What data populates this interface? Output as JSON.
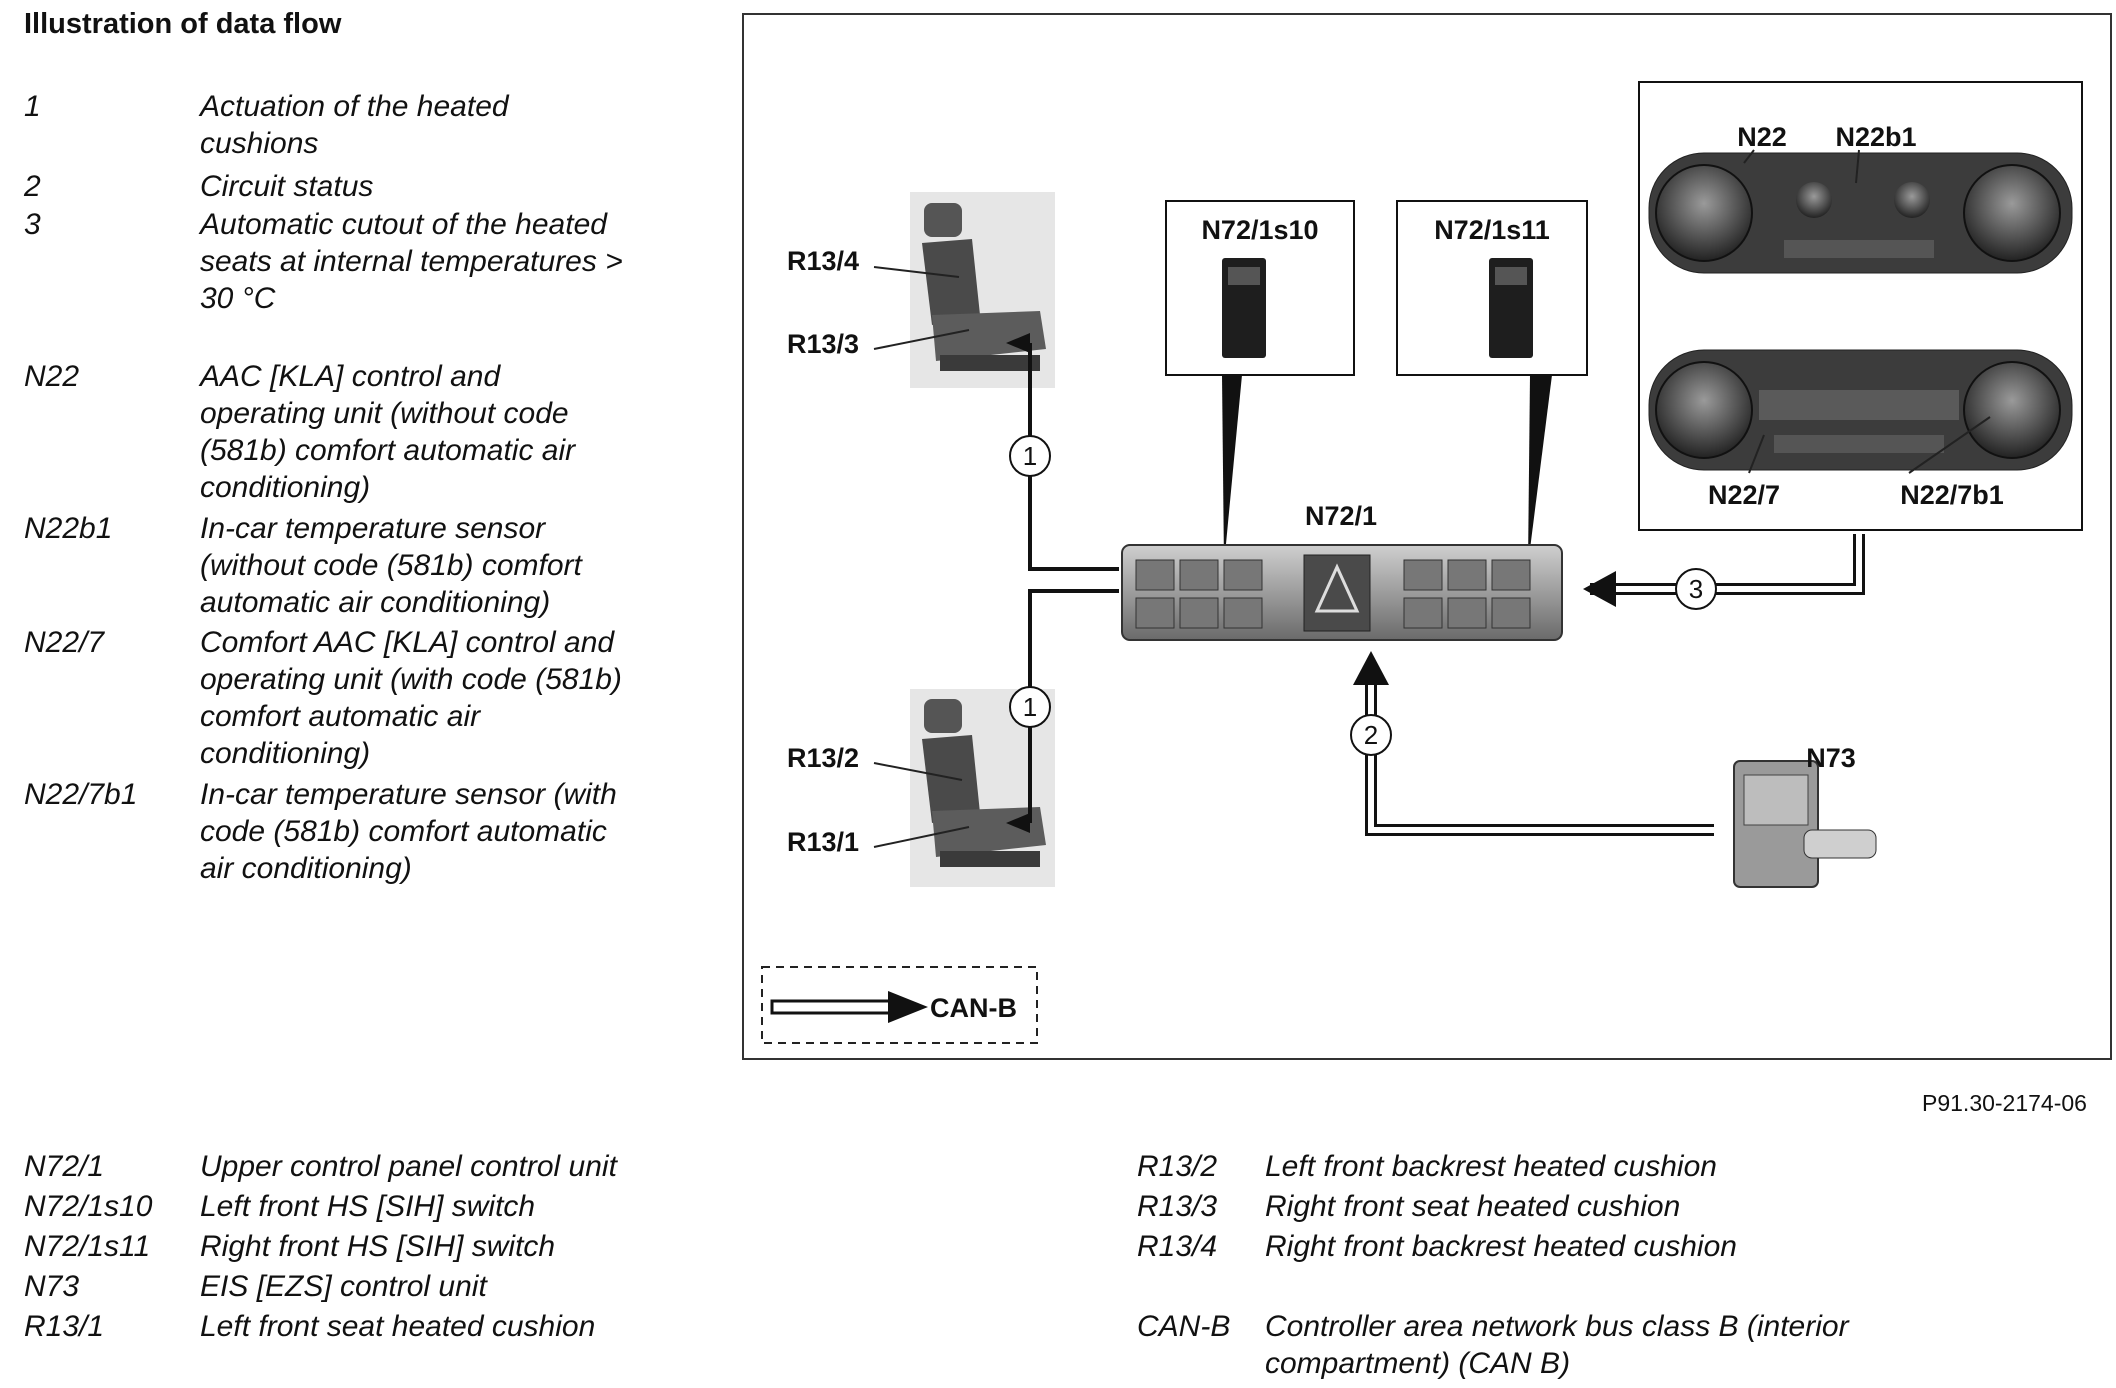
{
  "title": "Illustration of data flow",
  "figure_id": "P91.30-2174-06",
  "legend_top": [
    {
      "code": "1",
      "lines": [
        "Actuation of the heated",
        "cushions"
      ]
    },
    {
      "code": "2",
      "lines": [
        "Circuit status"
      ]
    },
    {
      "code": "3",
      "lines": [
        "Automatic cutout of the heated",
        "seats at internal temperatures >",
        "30 °C"
      ]
    },
    {
      "code": "N22",
      "lines": [
        "AAC [KLA] control and",
        "operating unit (without code",
        "(581b) comfort automatic air",
        "conditioning)"
      ]
    },
    {
      "code": "N22b1",
      "lines": [
        "In-car temperature sensor",
        "(without code (581b) comfort",
        "automatic air conditioning)"
      ]
    },
    {
      "code": "N22/7",
      "lines": [
        "Comfort AAC [KLA] control and",
        "operating unit (with code (581b)",
        "comfort automatic air",
        "conditioning)"
      ]
    },
    {
      "code": "N22/7b1",
      "lines": [
        "In-car temperature sensor (with",
        "code (581b) comfort automatic",
        "air conditioning)"
      ]
    }
  ],
  "legend_bottom_left": [
    {
      "code": "N72/1",
      "lines": [
        "Upper control panel control unit"
      ]
    },
    {
      "code": "N72/1s10",
      "lines": [
        "Left front HS [SIH] switch"
      ]
    },
    {
      "code": "N72/1s11",
      "lines": [
        "Right front HS [SIH] switch"
      ]
    },
    {
      "code": "N73",
      "lines": [
        "EIS [EZS] control unit"
      ]
    },
    {
      "code": "R13/1",
      "lines": [
        "Left front seat heated cushion"
      ]
    }
  ],
  "legend_bottom_right": [
    {
      "code": "R13/2",
      "lines": [
        "Left front backrest heated cushion"
      ]
    },
    {
      "code": "R13/3",
      "lines": [
        "Right front seat heated cushion"
      ]
    },
    {
      "code": "R13/4",
      "lines": [
        "Right front backrest heated cushion"
      ]
    },
    {
      "code": "CAN-B",
      "lines": [
        "Controller area network bus class B (interior",
        "compartment) (CAN B)"
      ]
    }
  ],
  "diagram": {
    "labels": {
      "n22": "N22",
      "n22b1": "N22b1",
      "n22_7": "N22/7",
      "n22_7b1": "N22/7b1",
      "n72_1": "N72/1",
      "n72_1s10": "N72/1s10",
      "n72_1s11": "N72/1s11",
      "n73": "N73",
      "r13_1": "R13/1",
      "r13_2": "R13/2",
      "r13_3": "R13/3",
      "r13_4": "R13/4",
      "can_b": "CAN-B"
    },
    "flow_numbers": {
      "upper": "1",
      "lower": "1",
      "status": "2",
      "cutout": "3"
    }
  }
}
